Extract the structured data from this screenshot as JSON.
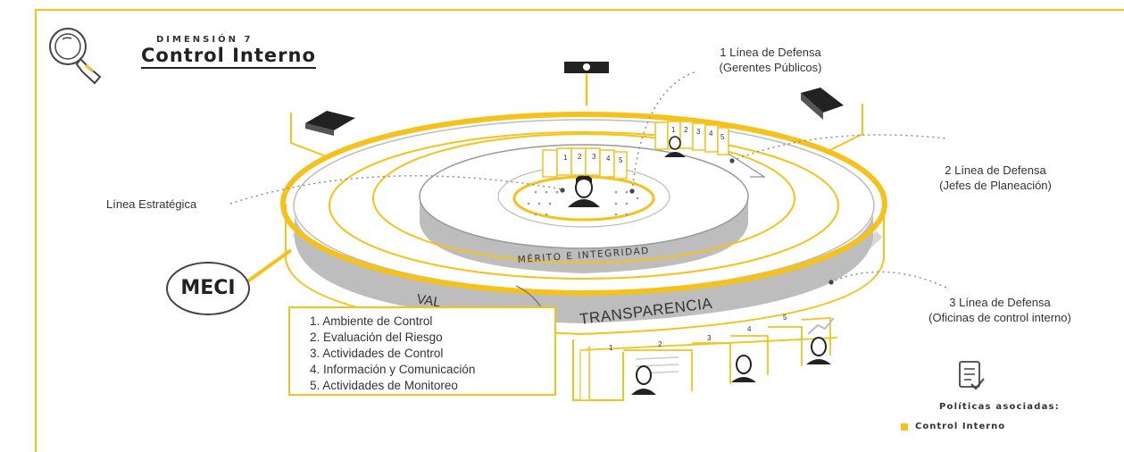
{
  "header": {
    "subtitle": "DIMENSIÓN 7",
    "title": "Control Interno"
  },
  "labels": {
    "line1_title": "1 Línea de Defensa",
    "line1_sub": "(Gerentes Públicos)",
    "line2_title": "2 Línea de Defensa",
    "line2_sub": "(Jefes de Planeación)",
    "line3_title": "3 Línea de Defensa",
    "line3_sub": "(Oficinas de control interno)",
    "strategic": "Línea Estratégica",
    "meci": "MECI",
    "ring_merito": "MÉRITO    E    INTEGRIDAD",
    "ring_valores": "VAL",
    "ring_transparencia": "TRANSPARENCIA"
  },
  "components": [
    "1. Ambiente de Control",
    "2. Evaluación del Riesgo",
    "3. Actividades de Control",
    "4. Información y Comunicación",
    "5. Actividades de Monitoreo"
  ],
  "panel_numbers": [
    "1",
    "2",
    "3",
    "4",
    "5"
  ],
  "politicas": {
    "label": "Políticas asociadas:",
    "items": [
      "Control Interno"
    ]
  },
  "colors": {
    "accent": "#f5c21b",
    "ring_gray": "#bdbdbd",
    "line": "#555555"
  }
}
